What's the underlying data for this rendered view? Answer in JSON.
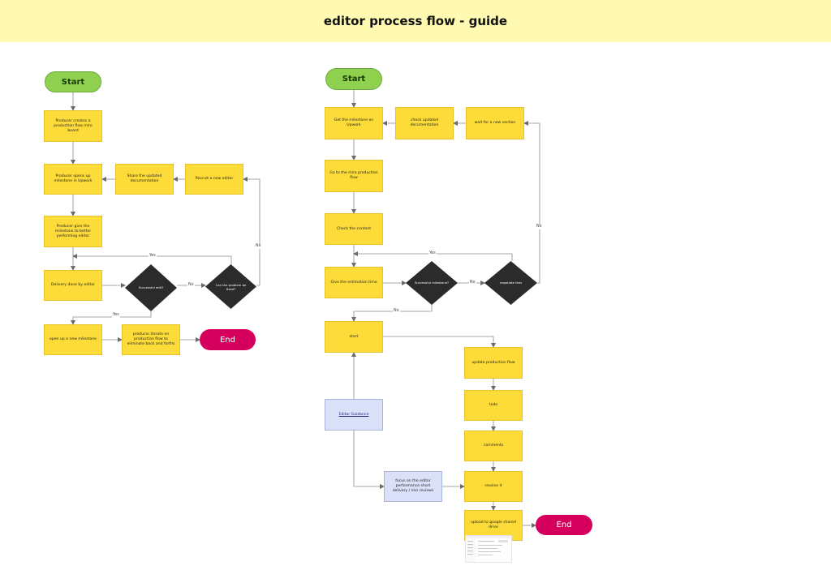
{
  "header": {
    "title": "editor process flow - guide"
  },
  "left_flow": {
    "start": "Start",
    "producer_creates": "Producer creates a production flow miro board",
    "producer_opens": "Producer opens up milestone in Upwork",
    "share_docs": "Share the updated documentation",
    "recruit": "Recruit a new editor",
    "producer_give": "Producer give the milestone to better performing editor",
    "delivery": "Delivery done by editor",
    "successful_edit": "Successful edit?",
    "can_problem_fixed": "Can the problem be fixed?",
    "open_new": "open up a new milestone",
    "producer_iterate": "producer iterate on production flow to eliminate back and forths",
    "end": "End",
    "label_yes_top": "Yes",
    "label_no_mid": "No",
    "label_no_right": "No",
    "label_yes_bottom": "Yes"
  },
  "right_flow": {
    "start": "Start",
    "get_milestone": "Get the milestone on Upwork",
    "check_docs": "check updated documentation",
    "wait_section": "wait for a new section",
    "go_miro": "Go to the miro production flow",
    "check_content": "Check the content",
    "give_estimation": "Give the estimation time",
    "successful_milestone": "Successful milestone?",
    "negotiate_fees": "negotiate fees",
    "start_task": "start",
    "update_flow": "update production flow",
    "todo": "todo",
    "comments": "comments",
    "resolve": "resolve it",
    "upload": "upload to google shared drive",
    "editor_guidance": "Editor Guidance",
    "focus_note": "focus on the editor performance short delivery / min reviews",
    "end": "End",
    "label_yes_top": "Yes",
    "label_no_mid": "No",
    "label_no_right": "No",
    "label_no_bottom": "No"
  }
}
